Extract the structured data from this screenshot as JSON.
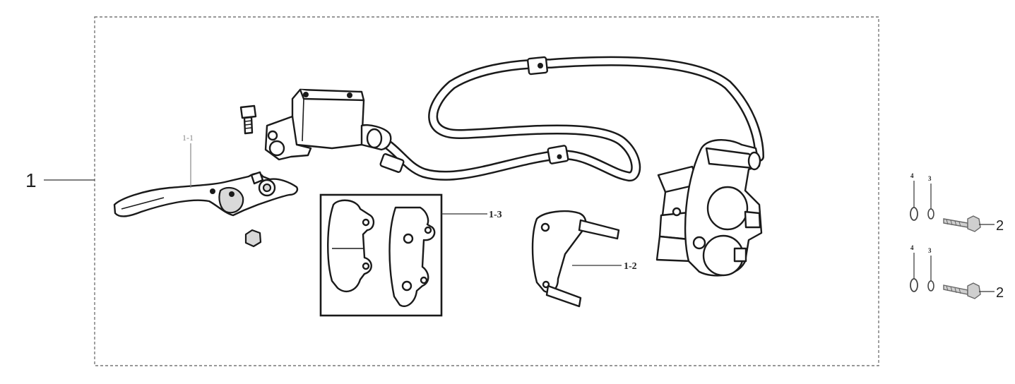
{
  "callouts": {
    "assembly": "1",
    "lever": "1-1",
    "bracket": "1-2",
    "pads": "1-3",
    "bolt_upper": "2",
    "bolt_lower": "2",
    "washer_a_upper": "3",
    "washer_b_upper": "4",
    "washer_a_lower": "3",
    "washer_b_lower": "4"
  }
}
